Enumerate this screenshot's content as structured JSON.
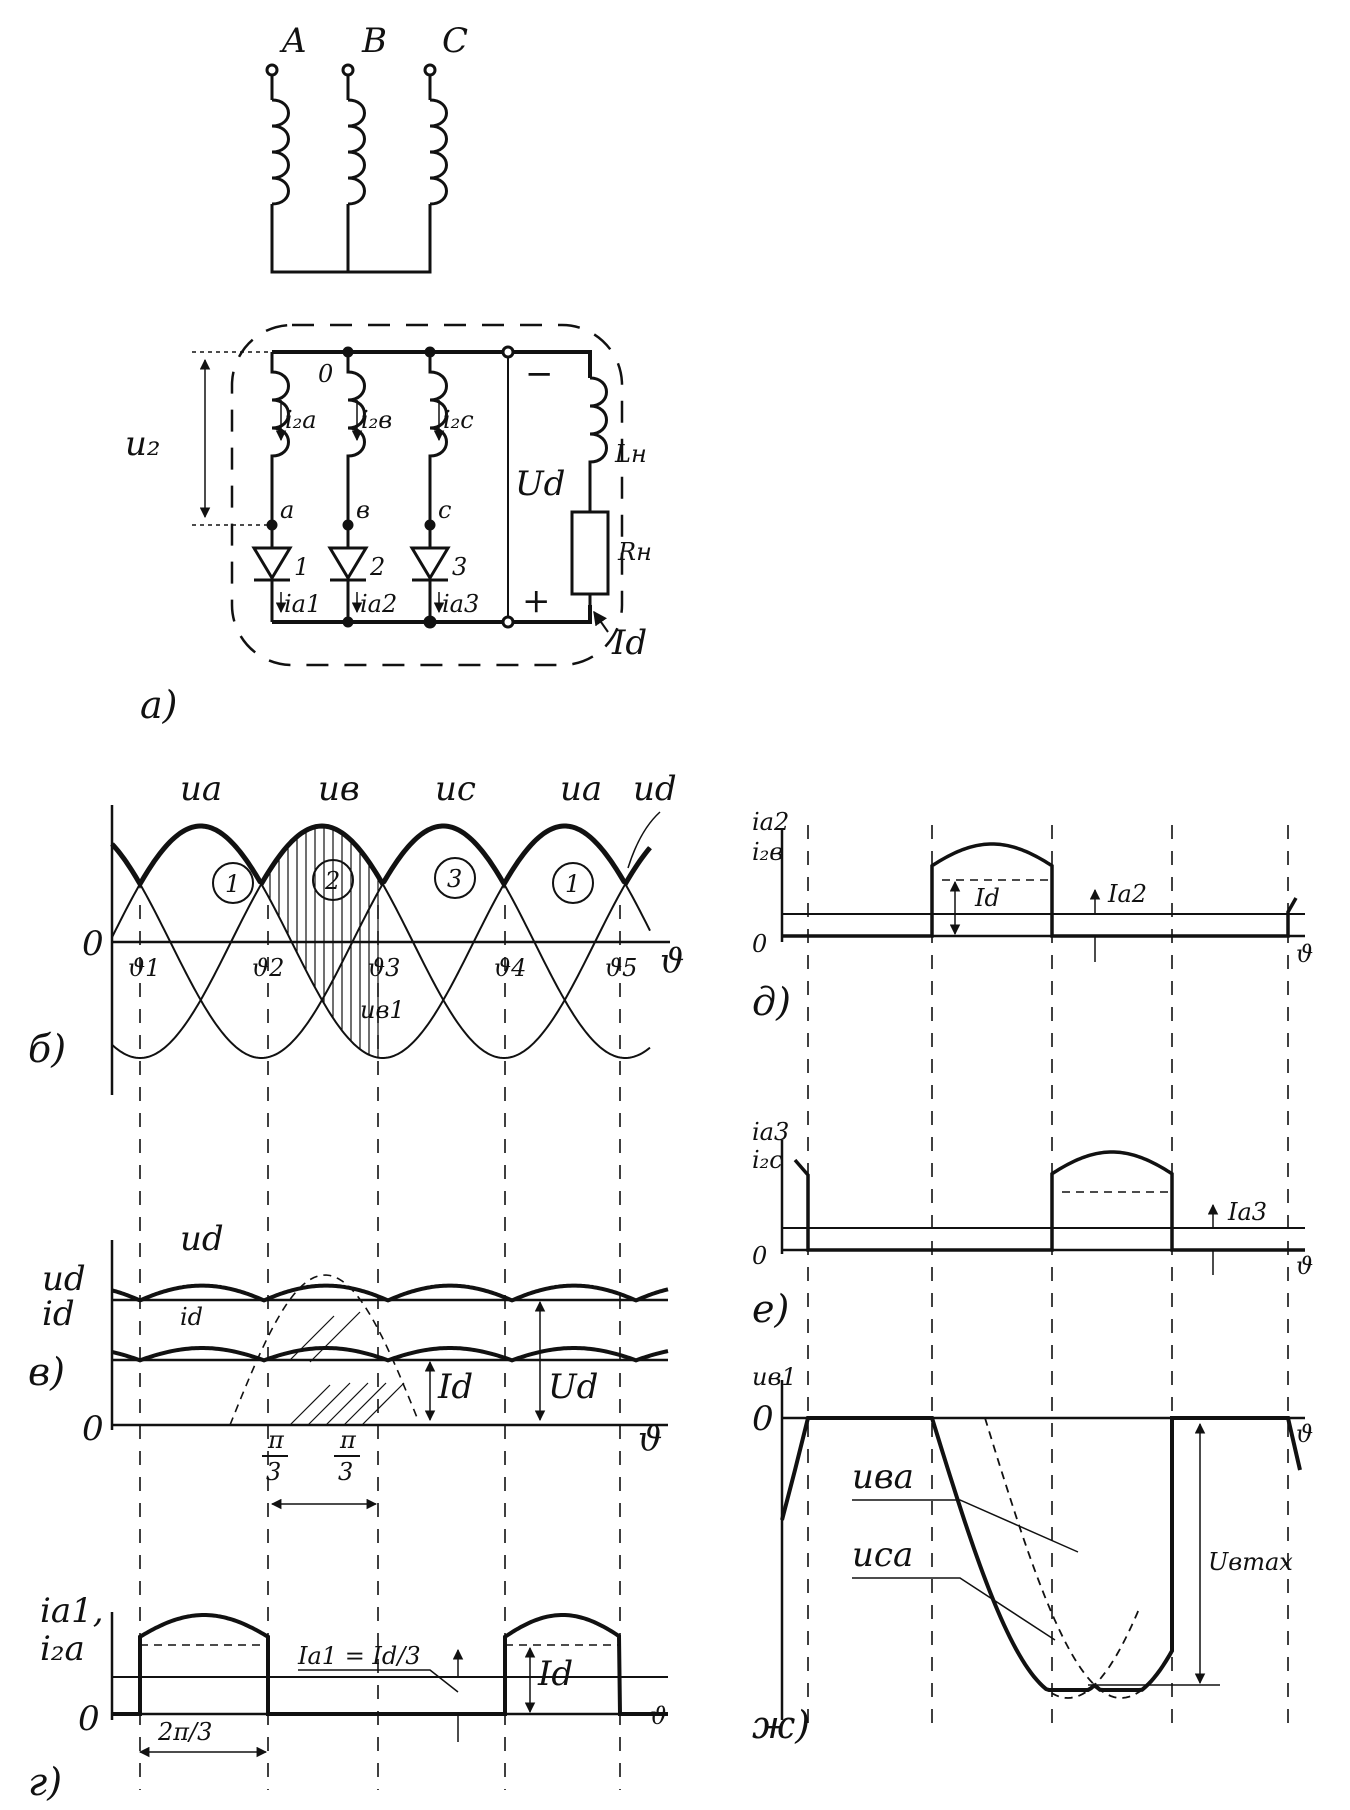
{
  "phases": [
    "A",
    "B",
    "C"
  ],
  "circuit": {
    "node_o": "0",
    "u2": "u₂",
    "currents": [
      "i₂a",
      "i₂в",
      "i₂c"
    ],
    "taps": [
      "a",
      "в",
      "c"
    ],
    "diodes": [
      "1",
      "2",
      "3"
    ],
    "anode_currents": [
      "iа1",
      "iа2",
      "iа3"
    ],
    "ud": "Ud",
    "minus": "−",
    "plus": "+",
    "inductor": "Lн",
    "resistor": "Rн",
    "id": "Id",
    "caption": "а)"
  },
  "panel_b": {
    "waves": [
      "uа",
      "uв",
      "uс",
      "uа"
    ],
    "ud": "ud",
    "zones": [
      "1",
      "2",
      "3",
      "1"
    ],
    "origin": "0",
    "ticks": [
      "ϑ1",
      "ϑ2",
      "ϑ3",
      "ϑ4",
      "ϑ5"
    ],
    "axis": "ϑ",
    "ub1": "uв1",
    "caption": "б)"
  },
  "panel_v": {
    "y1": "ud",
    "y2": "id",
    "ud": "ud",
    "id": "id",
    "Id": "Id",
    "Ud": "Ud",
    "origin": "0",
    "axis": "ϑ",
    "pi": "π",
    "three": "3",
    "caption": "в)"
  },
  "panel_g": {
    "y1": "iа1,",
    "y2": "i₂а",
    "formula": "Iа1 = Id/3",
    "Id": "Id",
    "origin": "0",
    "axis": "ϑ",
    "period": "2π/3",
    "caption": "г)"
  },
  "panel_d": {
    "y1": "iа2",
    "y2": "i₂в",
    "Id": "Id",
    "Ia": "Iа2",
    "origin": "0",
    "axis": "ϑ",
    "caption": "д)"
  },
  "panel_e": {
    "y1": "iа3",
    "y2": "i₂с",
    "Ia": "Iа3",
    "origin": "0",
    "axis": "ϑ",
    "caption": "е)"
  },
  "panel_zh": {
    "y": "uв1",
    "origin": "0",
    "axis": "ϑ",
    "uba": "uва",
    "uca": "uса",
    "ubmax": "Uвmax",
    "caption": "ж)"
  }
}
